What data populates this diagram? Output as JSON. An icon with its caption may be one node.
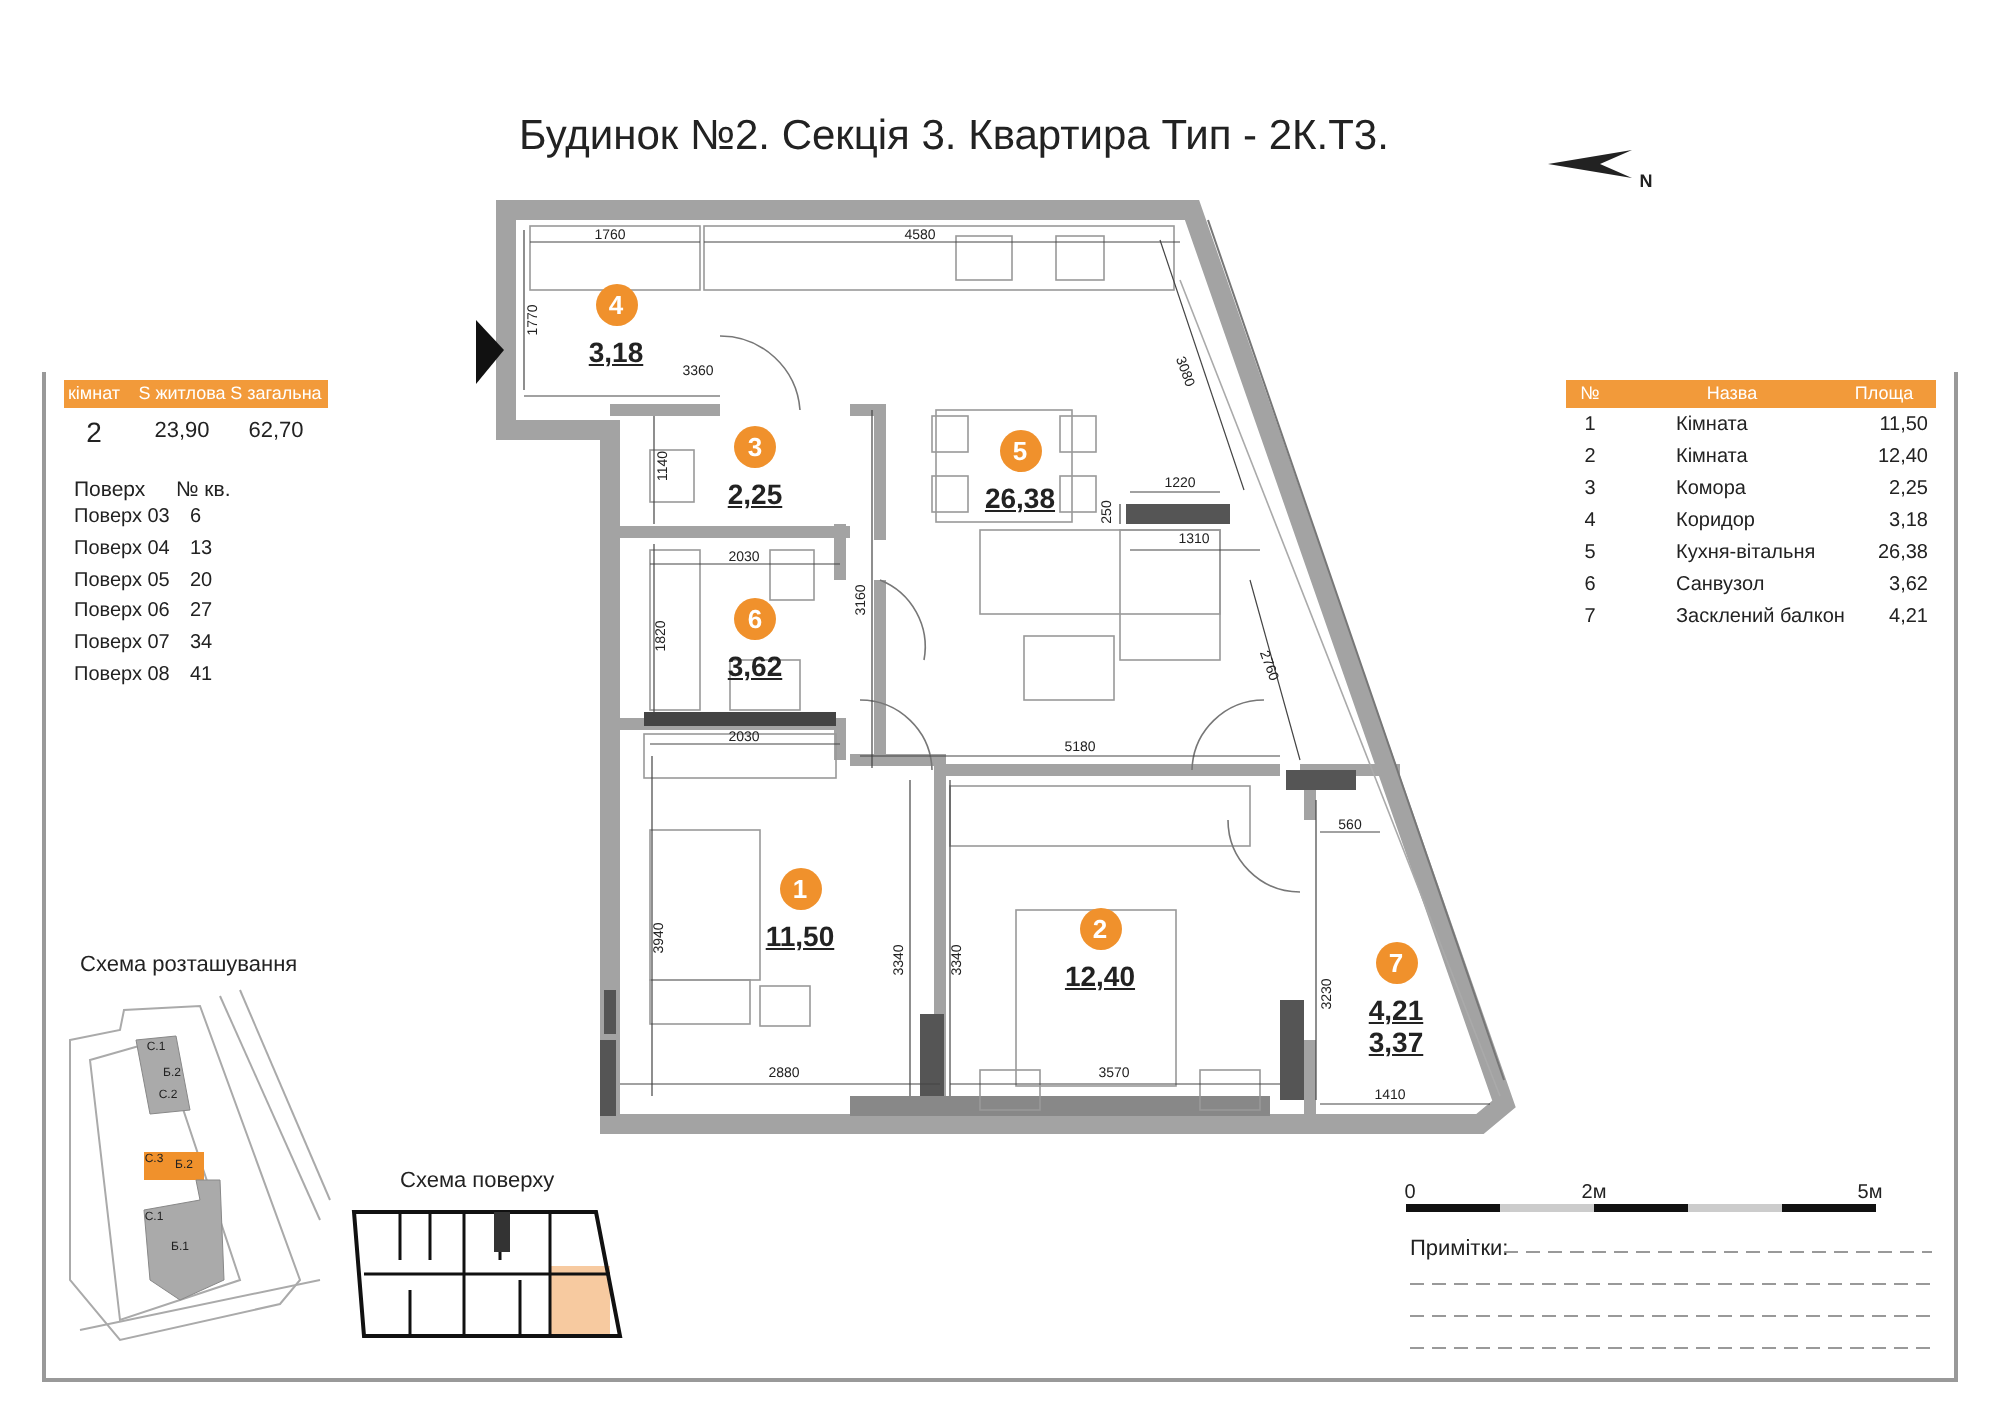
{
  "diagram": {
    "title": "Будинок №2. Секція 3. Квартира Тип - 2К.Т3.",
    "nodes": [
      {
        "text": [
          "4",
          "3,18"
        ]
      },
      {
        "text": [
          "3",
          "2,25"
        ]
      },
      {
        "text": [
          "5",
          "26,38"
        ]
      },
      {
        "text": [
          "6",
          "3,62"
        ]
      },
      {
        "text": [
          "1",
          "11,50"
        ]
      },
      {
        "text": [
          "2",
          "12,40"
        ]
      },
      {
        "text": [
          "7",
          "4,21",
          "3,37"
        ]
      }
    ],
    "labels": [
      "кімнат",
      "S житлова",
      "S загальна",
      "2",
      "23,90",
      "62,70",
      "Поверх",
      "№ кв.",
      "Поверх 03",
      "6",
      "Поверх 04",
      "13",
      "Поверх 05",
      "20",
      "Поверх 06",
      "27",
      "Поверх 07",
      "34",
      "Поверх 08",
      "41",
      "N",
      "№",
      "Назва",
      "Площа",
      "1",
      "Кімната",
      "11,50",
      "2",
      "Кімната",
      "12,40",
      "3",
      "Комора",
      "2,25",
      "4",
      "Коридор",
      "3,18",
      "5",
      "Кухня-вітальня",
      "26,38",
      "6",
      "Санвузол",
      "3,62",
      "7",
      "Засклений балкон",
      "4,21",
      "1760",
      "4580",
      "1770",
      "3360",
      "3080",
      "1140",
      "1220",
      "250",
      "1310",
      "2030",
      "1820",
      "3160",
      "2760",
      "2030",
      "5180",
      "560",
      "3940",
      "3340",
      "3340",
      "3230",
      "2880",
      "3570",
      "1410",
      "Схема розташування",
      "С.1",
      "Б.2",
      "С.2",
      "С.3",
      "Б.2",
      "С.1",
      "Б.1",
      "Схема поверху",
      "0",
      "2м",
      "5м",
      "Примітки:"
    ]
  }
}
